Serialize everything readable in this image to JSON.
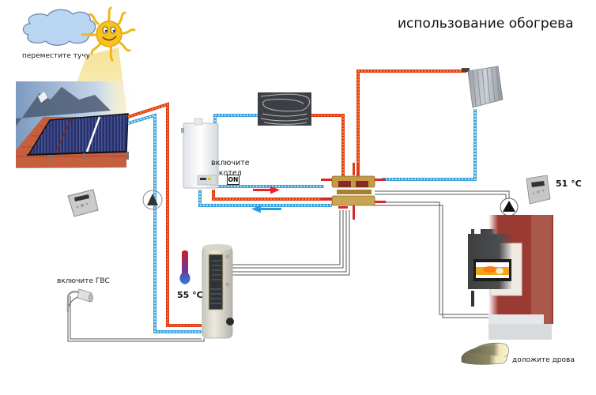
{
  "title": "использование обогрева",
  "labels": {
    "cloud": "переместите тучу",
    "boiler_line1": "включите",
    "boiler_line2": "котел",
    "boiler_on_button": "ON",
    "hot_water": "включите ГВС",
    "firewood": "доложите дрова"
  },
  "temperatures": {
    "tank": "55 °C",
    "fireplace_controller": "51 °C"
  },
  "components": {
    "cloud": "cloud-icon",
    "sun": "sun-icon",
    "solar_collector": "solar-collector",
    "solar_controller": "controller-icon",
    "solar_pump": "pump-icon",
    "boiler": "gas-boiler",
    "underfloor_heating": "floor-heating-coil",
    "radiator": "radiator-icon",
    "manifold": "manifold-icon",
    "water_tank": "boiler-tank",
    "thermometer": "thermometer-icon",
    "shower": "shower-head-icon",
    "fireplace_pump": "pump-icon",
    "fireplace_controller": "controller-icon",
    "fireplace": "fireplace",
    "firewood": "firewood-icon"
  },
  "colors": {
    "hot_pipe": "#e0391c",
    "hot_pipe_dots": "#f5a01a",
    "cold_pipe": "#3aa2dc",
    "cold_pipe_dots": "#dff3ff",
    "grey_pipe": "#555555",
    "flow_hot_arrow": "#e8242a",
    "flow_cold_arrow": "#2a9de0",
    "wall_red": "#9a3a33",
    "sun_yellow": "#f6c21c",
    "cloud_blue": "#b9d5f2"
  }
}
